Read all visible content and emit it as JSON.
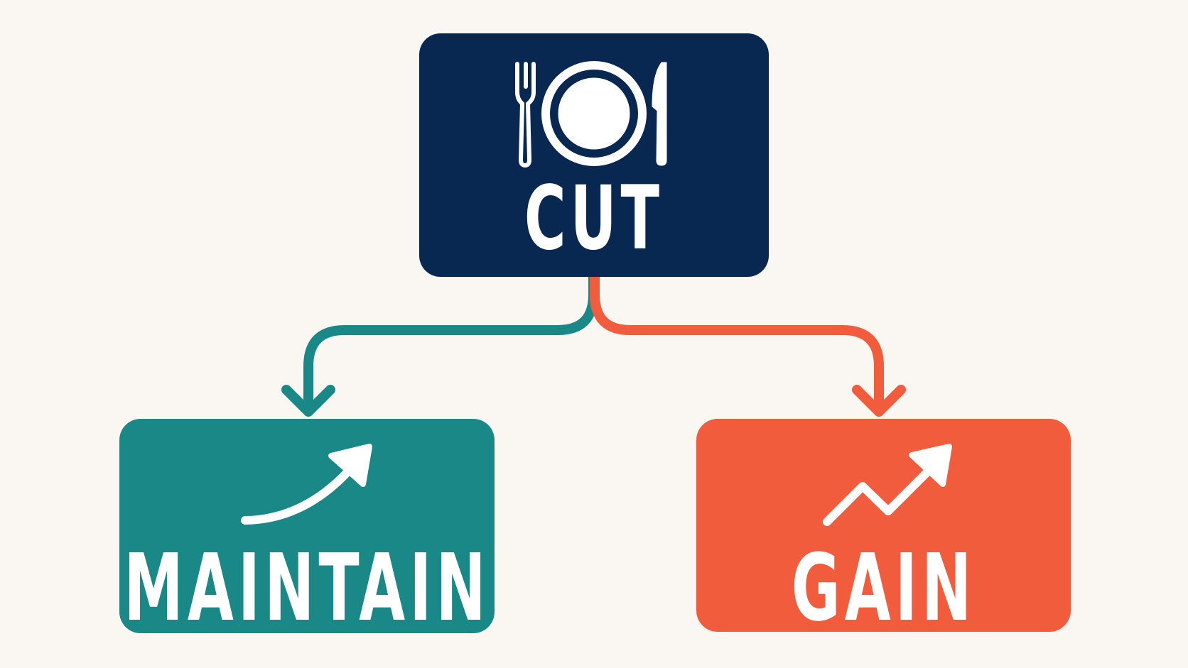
{
  "colors": {
    "background": "#faf6f1",
    "cut": "#082852",
    "maintain": "#198887",
    "gain": "#f05c3c",
    "icon": "#ffffff"
  },
  "nodes": {
    "cut": {
      "label": "CUT",
      "icon": "plate-fork-knife-icon"
    },
    "maintain": {
      "label": "MAINTAIN",
      "icon": "curved-up-arrow-icon"
    },
    "gain": {
      "label": "GAIN",
      "icon": "zigzag-up-arrow-icon"
    }
  },
  "edges": [
    {
      "from": "cut",
      "to": "maintain",
      "color": "#198887"
    },
    {
      "from": "cut",
      "to": "gain",
      "color": "#f05c3c"
    }
  ]
}
